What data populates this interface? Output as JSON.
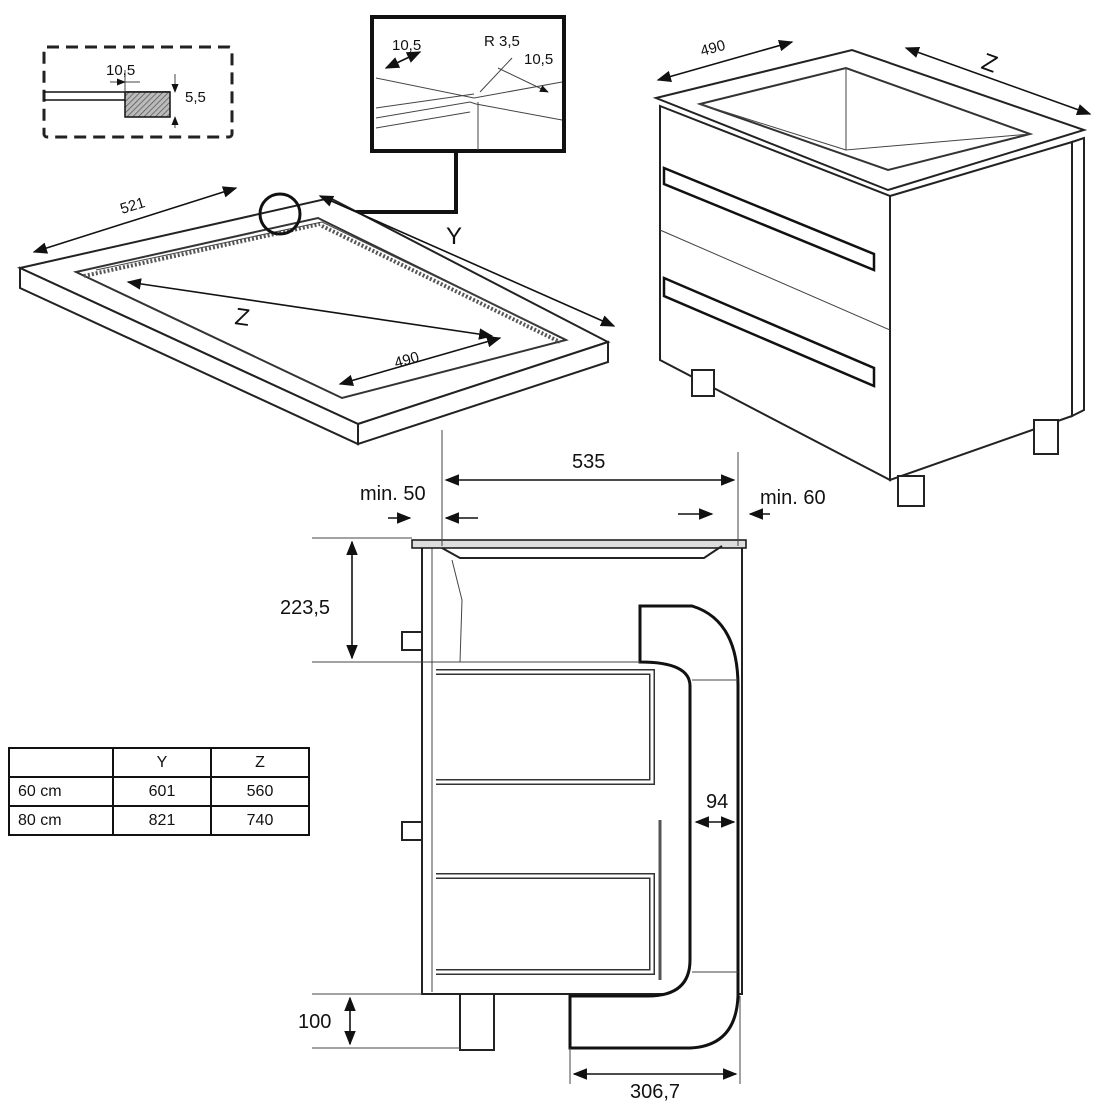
{
  "detail_box": {
    "dim_width": "10,5",
    "dim_height": "5,5"
  },
  "corner_detail": {
    "dim_left": "10,5",
    "dim_radius": "R 3,5",
    "dim_right": "10,5"
  },
  "cutout_view": {
    "dim_outer_length": "521",
    "dim_depth": "490",
    "dim_z": "Z",
    "label_y": "Y"
  },
  "cabinet_view": {
    "dim_depth": "490",
    "dim_z": "Z"
  },
  "section_view": {
    "dim_width": "535",
    "dim_min_left": "min. 50",
    "dim_min_right": "min. 60",
    "dim_height_top": "223,5",
    "dim_duct": "94",
    "dim_plinth": "100",
    "dim_bottom_width": "306,7"
  },
  "size_table": {
    "headers": [
      "",
      "Y",
      "Z"
    ],
    "rows": [
      {
        "label": "60 cm",
        "y": "601",
        "z": "560"
      },
      {
        "label": "80 cm",
        "y": "821",
        "z": "740"
      }
    ]
  }
}
